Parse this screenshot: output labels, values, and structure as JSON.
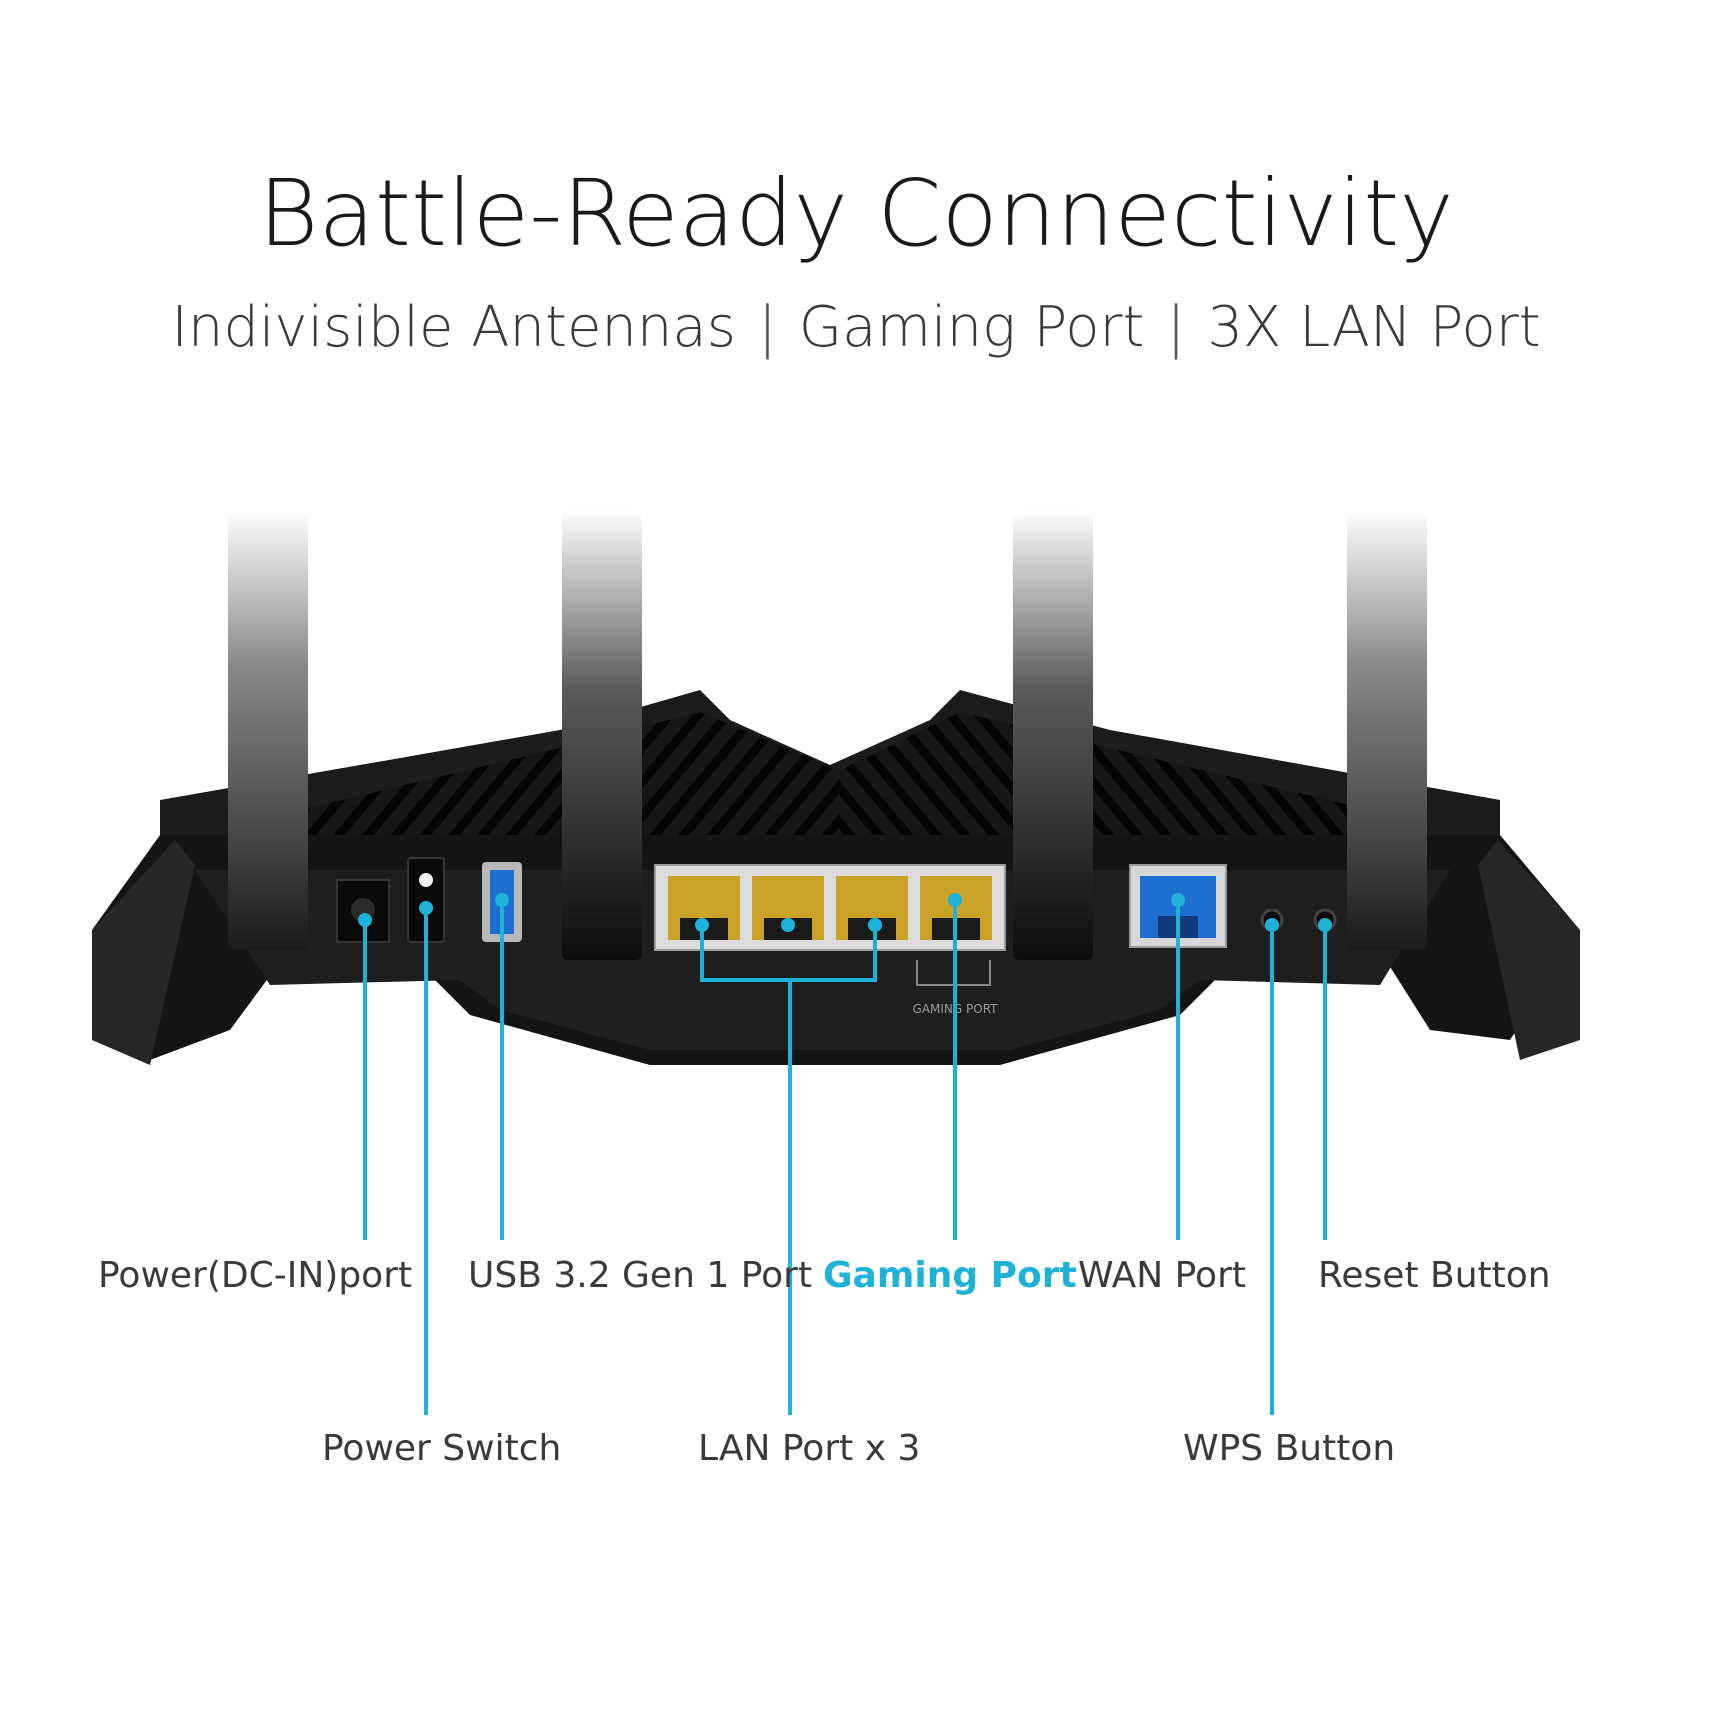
{
  "header": {
    "title": "Battle-Ready Connectivity",
    "features": [
      "Indivisible Antennas",
      "Gaming Port",
      "3X LAN Port"
    ],
    "separator": "|"
  },
  "device": {
    "gaming_port_caption": "GAMING PORT"
  },
  "callouts": {
    "power_dc_in": "Power(DC-IN)port",
    "power_switch": "Power Switch",
    "usb": "USB 3.2 Gen 1 Port",
    "lan": "LAN Port x 3",
    "gaming": "Gaming Port",
    "wan": "WAN Port",
    "wps": "WPS Button",
    "reset": "Reset Button"
  },
  "colors": {
    "callout_line": "#1fb2d8",
    "gaming_accent": "#1fb2d8",
    "lan_port": "#c9a227",
    "wan_port": "#1f6fd1",
    "router_body": "#141414"
  }
}
